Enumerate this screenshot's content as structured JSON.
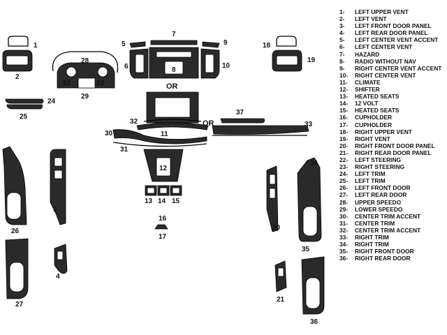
{
  "callouts": [
    "1",
    "2",
    "3",
    "4",
    "5",
    "6",
    "7",
    "8",
    "9",
    "10",
    "11",
    "12",
    "13",
    "14",
    "15",
    "16",
    "17",
    "18",
    "19",
    "20",
    "21",
    "22",
    "23",
    "24",
    "25",
    "26",
    "27",
    "28",
    "29",
    "30",
    "31",
    "32",
    "33",
    "34",
    "35",
    "36",
    "37"
  ],
  "or_labels": [
    "OR",
    "OR"
  ],
  "legend": [
    {
      "no": "1-",
      "label": "LEFT UPPER VENT"
    },
    {
      "no": "2-",
      "label": "LEFT VENT"
    },
    {
      "no": "3-",
      "label": "LEFT FRONT DOOR PANEL"
    },
    {
      "no": "4-",
      "label": "LEFT REAR DOOR PANEL"
    },
    {
      "no": "5-",
      "label": "LEFT CENTER VENT ACCENT"
    },
    {
      "no": "6-",
      "label": "LEFT CENTER VENT"
    },
    {
      "no": "7-",
      "label": "HAZARD"
    },
    {
      "no": "8-",
      "label": "RADIO WITHOUT NAV"
    },
    {
      "no": "9-",
      "label": "RIGHT CENTER VENT ACCENT"
    },
    {
      "no": "10-",
      "label": "RIGHT CENTER VENT"
    },
    {
      "no": "11-",
      "label": "CLIMATE"
    },
    {
      "no": "12-",
      "label": "SHIFTER"
    },
    {
      "no": "13-",
      "label": "HEATED SEATS"
    },
    {
      "no": "14-",
      "label": "12 VOLT"
    },
    {
      "no": "15-",
      "label": "HEATED SEATS"
    },
    {
      "no": "16-",
      "label": "CUPHOLDER"
    },
    {
      "no": "17-",
      "label": "CUPHOLDER"
    },
    {
      "no": "18-",
      "label": "RIGHT UPPER VENT"
    },
    {
      "no": "19-",
      "label": "RIGHT VENT"
    },
    {
      "no": "20-",
      "label": "RIGHT FRONT DOOR PANEL"
    },
    {
      "no": "21-",
      "label": "RIGHT REAR DOOR PANEL"
    },
    {
      "no": "22-",
      "label": "LEFT STEERING"
    },
    {
      "no": "23-",
      "label": "RIGHT STEERING"
    },
    {
      "no": "24-",
      "label": "LEFT TRIM"
    },
    {
      "no": "25-",
      "label": "LEFT TRIM"
    },
    {
      "no": "26-",
      "label": "LEFT FRONT DOOR"
    },
    {
      "no": "27-",
      "label": "LEFT REAR DOOR"
    },
    {
      "no": "28-",
      "label": "UPPER SPEEDO"
    },
    {
      "no": "29-",
      "label": "LOWER SPEEDO"
    },
    {
      "no": "30-",
      "label": "CENTER TRIM ACCENT"
    },
    {
      "no": "31-",
      "label": "CENTER TRIM"
    },
    {
      "no": "32-",
      "label": "CENTER TRIM ACCENT"
    },
    {
      "no": "33-",
      "label": "RIGHT TRIM"
    },
    {
      "no": "34-",
      "label": "RIGHT TRIM"
    },
    {
      "no": "35-",
      "label": "RIGHT FRONT DOOR"
    },
    {
      "no": "36-",
      "label": "RIGHT REAR DOOR"
    }
  ]
}
